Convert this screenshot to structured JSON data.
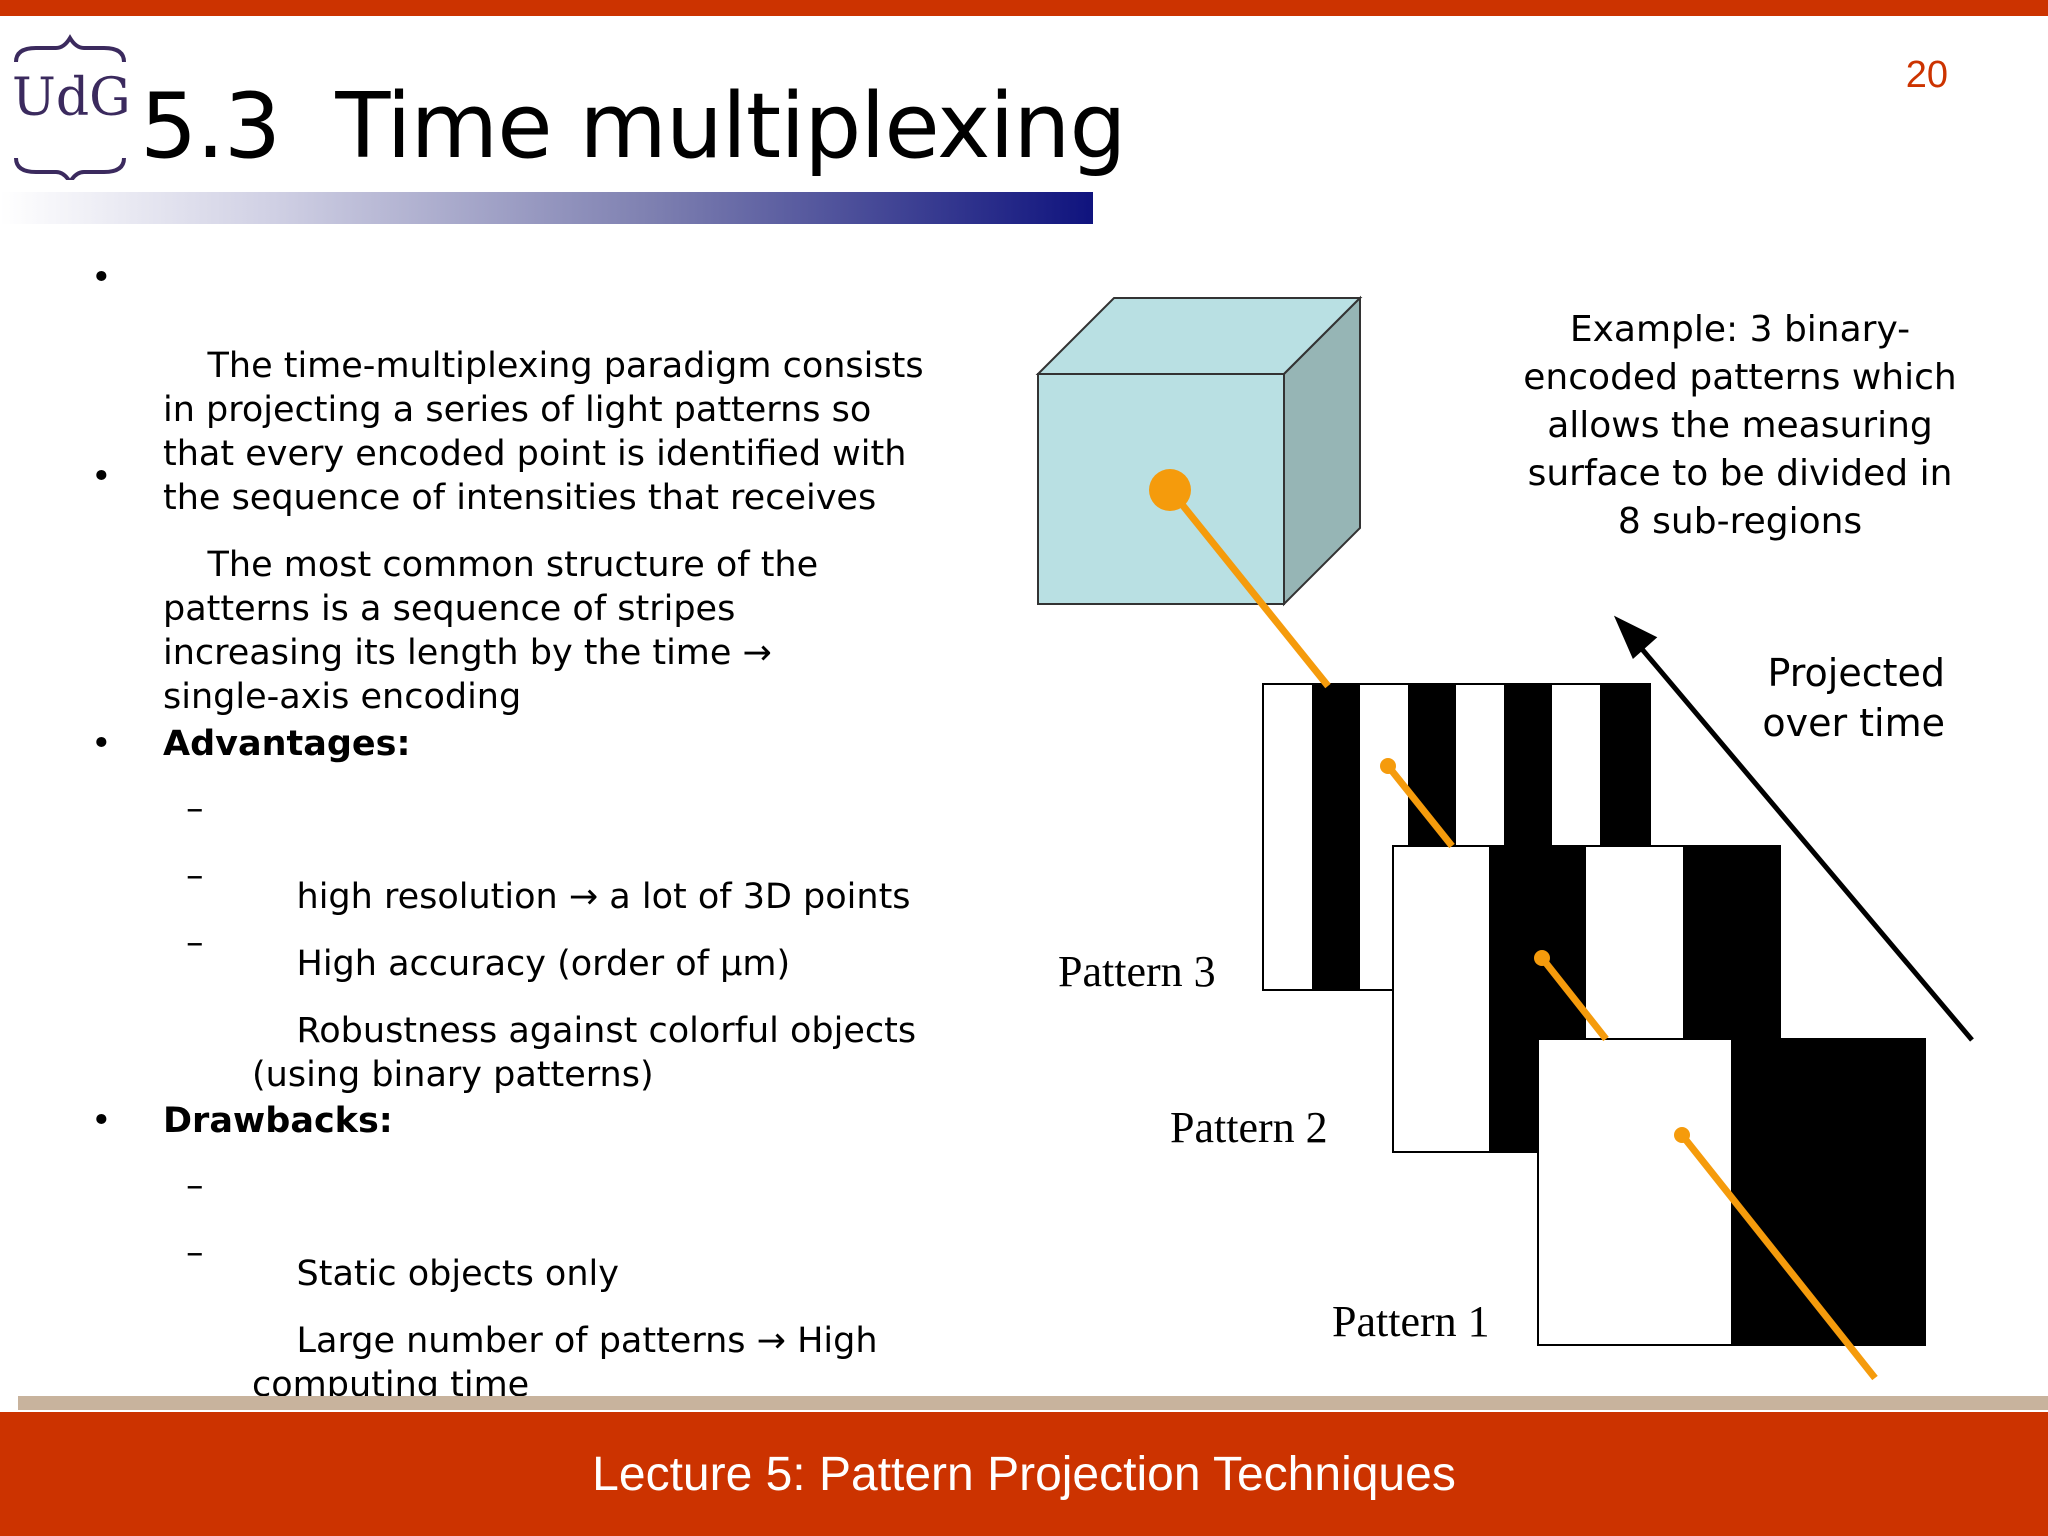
{
  "header": {
    "logo_text": "UdG",
    "title": "5.3  Time multiplexing",
    "page_number": "20"
  },
  "bullets": [
    {
      "mark": "•",
      "text": "The time-multiplexing paradigm consists\nin projecting a series of light patterns so\nthat every encoded point is identified with\nthe sequence of intensities that receives"
    },
    {
      "mark": "•",
      "text": "The most common structure of the\npatterns is a sequence of stripes\nincreasing its length by the time →\nsingle-axis encoding"
    }
  ],
  "advantages": {
    "mark": "•",
    "heading": "Advantages:",
    "items": [
      {
        "mark": "–",
        "text": "high resolution → a lot of 3D points"
      },
      {
        "mark": "–",
        "text": "High accuracy (order of μm)"
      },
      {
        "mark": "–",
        "text": "Robustness against colorful objects\n(using binary patterns)"
      }
    ]
  },
  "drawbacks": {
    "mark": "•",
    "heading": "Drawbacks:",
    "items": [
      {
        "mark": "–",
        "text": "Static objects only"
      },
      {
        "mark": "–",
        "text": "Large number of patterns → High\ncomputing time"
      }
    ]
  },
  "diagram": {
    "example_text": "Example: 3 binary-\nencoded patterns which\nallows the measuring\nsurface to be divided in\n8 sub-regions",
    "projected_text": "Projected\nover time",
    "patterns": [
      {
        "label": "Pattern 3"
      },
      {
        "label": "Pattern 2"
      },
      {
        "label": "Pattern 1"
      }
    ],
    "colors": {
      "cube_front": "#b9e0e3",
      "cube_top": "#b9e0e3",
      "cube_side": "#96b5b5",
      "ray": "#f59b0c"
    }
  },
  "footer": {
    "text": "Lecture 5: Pattern Projection Techniques"
  },
  "colors": {
    "accent": "#cc3300",
    "title_bar_dark": "#0f137e",
    "logo": "#3b2a5e"
  }
}
